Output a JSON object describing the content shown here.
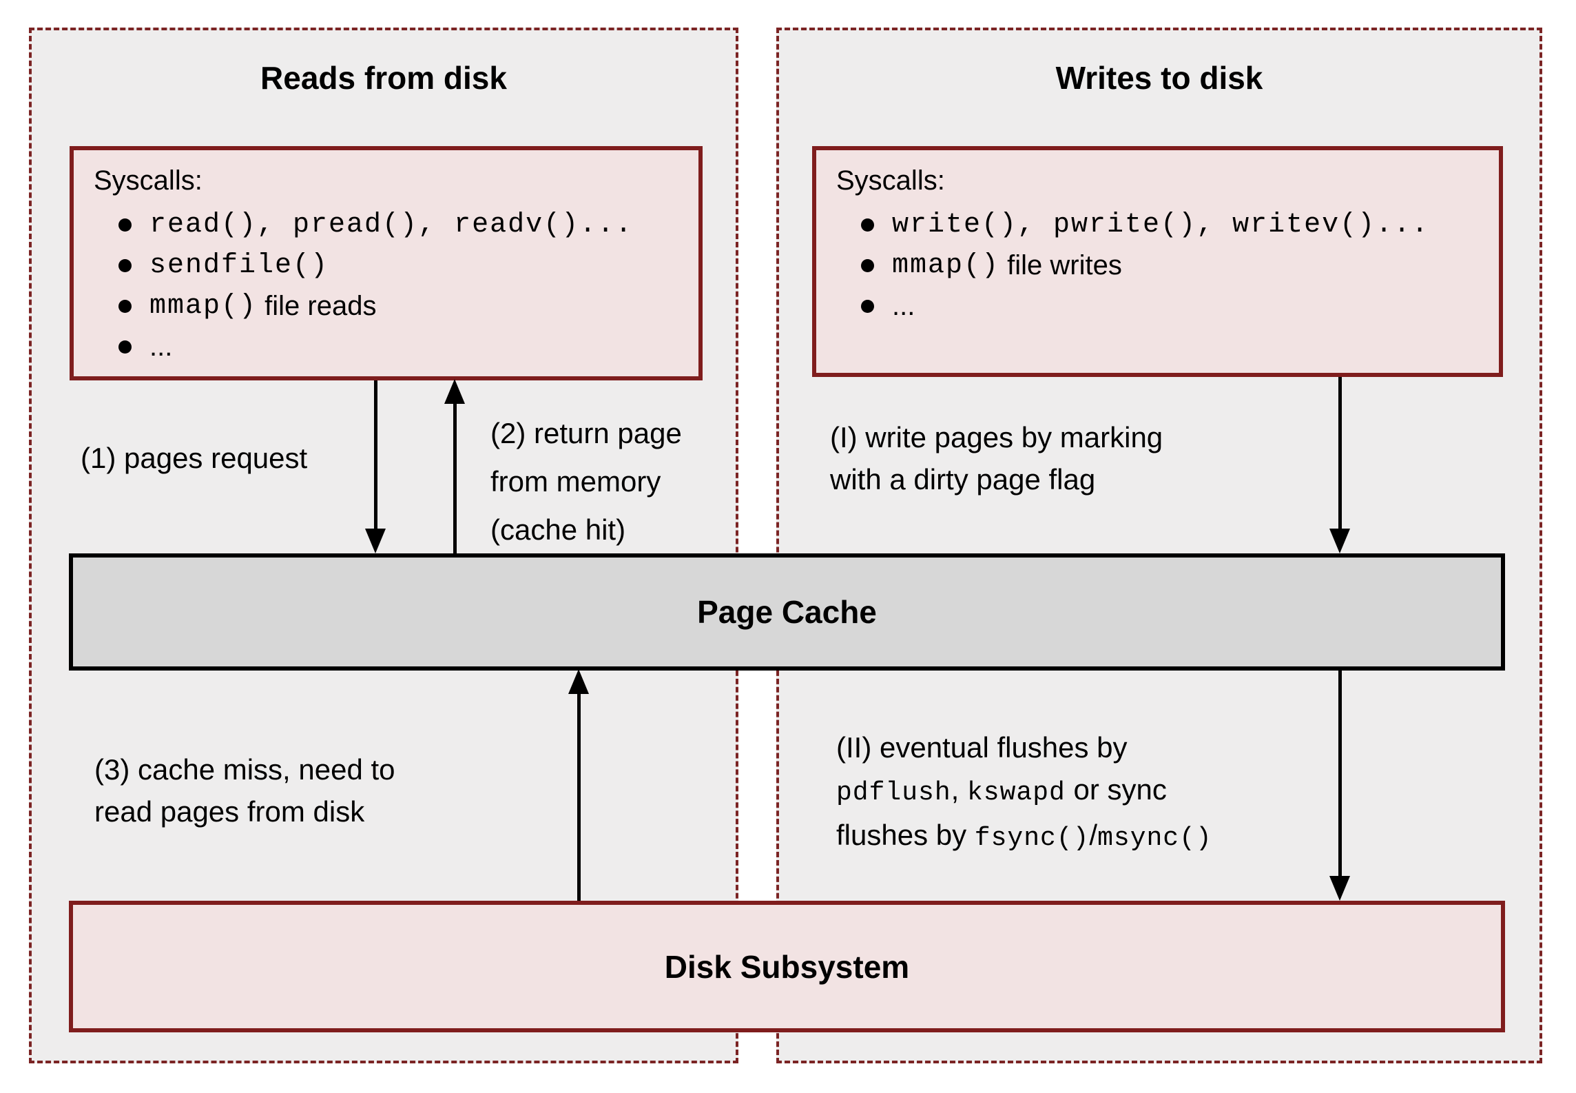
{
  "diagram": {
    "reads_panel": {
      "title": "Reads from disk",
      "syscalls_heading": "Syscalls:",
      "bullets": [
        {
          "code": "read(), pread(), readv()...",
          "plain": ""
        },
        {
          "code": "sendfile()",
          "plain": ""
        },
        {
          "code": "mmap()",
          "plain": " file reads"
        },
        {
          "code": "",
          "plain": "..."
        }
      ]
    },
    "writes_panel": {
      "title": "Writes to disk",
      "syscalls_heading": "Syscalls:",
      "bullets": [
        {
          "code": "write(), pwrite(), writev()...",
          "plain": ""
        },
        {
          "code": "mmap()",
          "plain": " file writes"
        },
        {
          "code": "",
          "plain": "..."
        }
      ]
    },
    "page_cache_label": "Page Cache",
    "disk_subsystem_label": "Disk Subsystem",
    "annotations": {
      "step1": "(1) pages request",
      "step2": [
        "(2) return page",
        "from memory",
        "(cache hit)"
      ],
      "step3": [
        "(3) cache miss, need to",
        "read pages from disk"
      ],
      "stepI": [
        "(I) write pages by marking",
        "with a dirty page flag"
      ],
      "stepII": {
        "line1": "(II) eventual flushes by",
        "line2": {
          "m1": "pdflush",
          "p1": ", ",
          "m2": "kswapd",
          "p2": " or sync"
        },
        "line3": {
          "p1": "flushes by ",
          "m1": "fsync()",
          "p2": "/",
          "m2": "msync()"
        }
      }
    }
  },
  "colors": {
    "panel_bg": "#eeeded",
    "panel_border": "#7b2424",
    "syscalls_box_bg": "#f2e3e3",
    "syscalls_box_border": "#7f1d1d",
    "page_cache_bg": "#d7d7d7",
    "page_cache_border": "#000000",
    "disk_bg": "#f2e3e3",
    "disk_border": "#7f1d1d",
    "arrow": "#000000",
    "text": "#000000"
  }
}
